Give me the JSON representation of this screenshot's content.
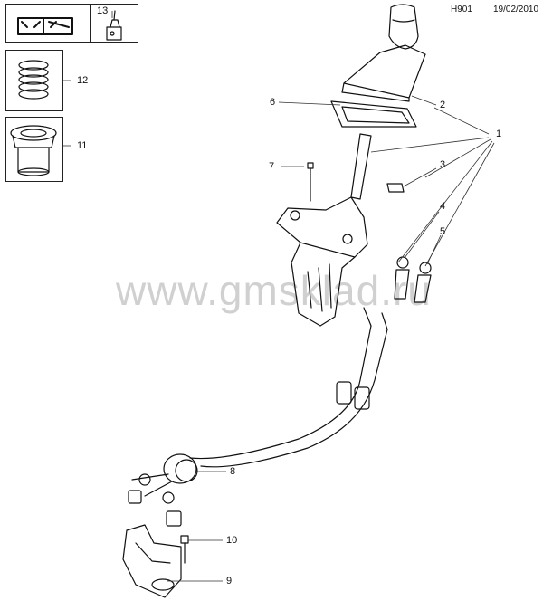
{
  "header": {
    "code": "H901",
    "date": "19/02/2010"
  },
  "watermark": "www.gmsklad.ru",
  "callouts": {
    "c1": "1",
    "c2": "2",
    "c3": "3",
    "c4": "4",
    "c5": "5",
    "c6": "6",
    "c7": "7",
    "c8": "8",
    "c9": "9",
    "c10": "10",
    "c11": "11",
    "c12": "12",
    "c13": "13"
  },
  "icons": [
    "manual-wrench-icon",
    "lubricant-can-icon",
    "spring-icon",
    "bushing-icon"
  ]
}
